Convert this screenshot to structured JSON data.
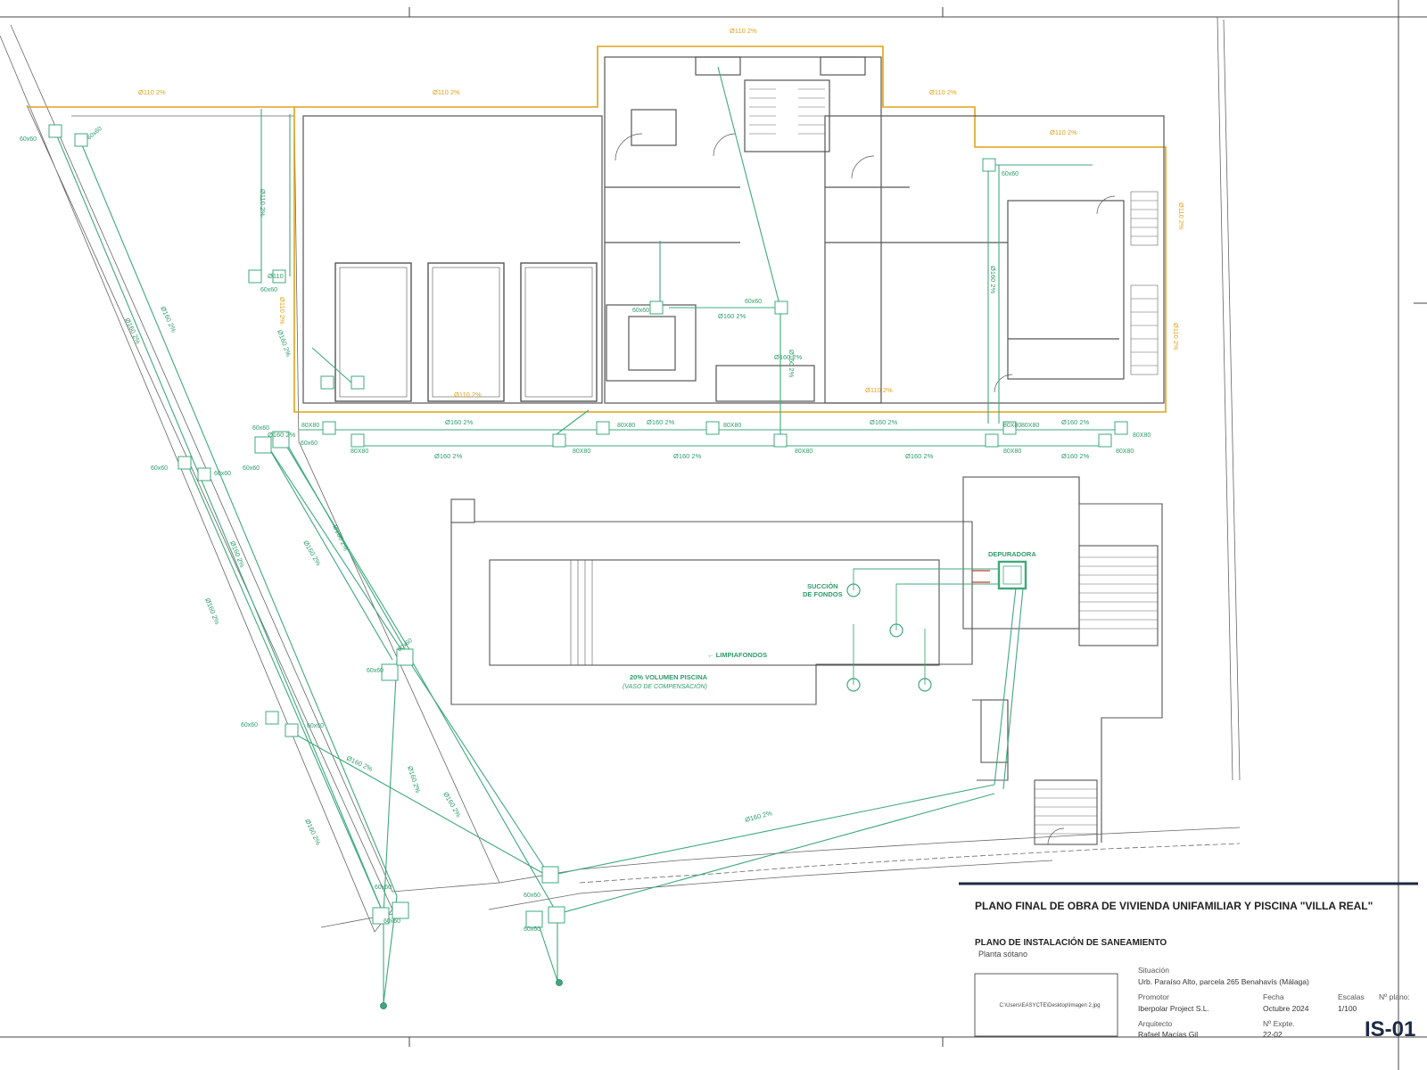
{
  "colors": {
    "line": "#555555",
    "green": "#2e9c6a",
    "teal": "#2f8a86",
    "orange": "#e0a21a",
    "navy": "#1b2a44"
  },
  "icon_names": [
    "pool-skimmer-icon",
    "drain-outlet-icon",
    "arrow-direction-icon"
  ],
  "pipe_labels": {
    "orange": [
      {
        "text": "Ø110 2%"
      },
      {
        "text": "Ø110 2%"
      },
      {
        "text": "Ø110 2%"
      },
      {
        "text": "Ø110 2%"
      },
      {
        "text": "Ø110 2%"
      },
      {
        "text": "Ø110 2%"
      },
      {
        "text": "Ø110 2%"
      },
      {
        "text": "Ø110 2%"
      },
      {
        "text": "Ø110 2%"
      },
      {
        "text": "Ø110 2%"
      }
    ],
    "green": [
      {
        "text": "Ø110 2%"
      },
      {
        "text": "Ø110"
      },
      {
        "text": "Ø160 2%"
      },
      {
        "text": "Ø160 2%"
      },
      {
        "text": "Ø160 2%"
      },
      {
        "text": "Ø160 2%"
      },
      {
        "text": "Ø160 2%"
      },
      {
        "text": "Ø160 2%"
      },
      {
        "text": "Ø160 2%"
      },
      {
        "text": "Ø160 2%"
      },
      {
        "text": "Ø160 2%"
      },
      {
        "text": "Ø160 2%"
      },
      {
        "text": "Ø160 2%"
      },
      {
        "text": "Ø160 2%"
      },
      {
        "text": "Ø160 2%"
      },
      {
        "text": "Ø160 2%"
      },
      {
        "text": "Ø160 2%"
      },
      {
        "text": "Ø160 2%"
      },
      {
        "text": "Ø160 2%"
      },
      {
        "text": "Ø160 2%"
      },
      {
        "text": "Ø160 2%"
      },
      {
        "text": "Ø160 2%"
      },
      {
        "text": "Ø160 2%"
      },
      {
        "text": "Ø160 2%"
      },
      {
        "text": "Ø160 2%"
      },
      {
        "text": "Ø160 2%"
      },
      {
        "text": "Ø160 2%"
      }
    ]
  },
  "box_labels": [
    {
      "text": "60x60"
    },
    {
      "text": "60x60"
    },
    {
      "text": "60x60"
    },
    {
      "text": "60x60"
    },
    {
      "text": "60x60"
    },
    {
      "text": "60x60"
    },
    {
      "text": "60x60"
    },
    {
      "text": "60x60"
    },
    {
      "text": "60x60"
    },
    {
      "text": "60x60"
    },
    {
      "text": "60x60"
    },
    {
      "text": "60x60"
    },
    {
      "text": "60x60"
    },
    {
      "text": "60x60"
    },
    {
      "text": "60x60"
    },
    {
      "text": "60x60"
    },
    {
      "text": "60x60"
    },
    {
      "text": "60x60"
    },
    {
      "text": "60x60"
    },
    {
      "text": "80X80"
    },
    {
      "text": "80X80"
    },
    {
      "text": "80X80"
    },
    {
      "text": "80X80"
    },
    {
      "text": "80X80"
    },
    {
      "text": "80X80"
    },
    {
      "text": "80X80"
    },
    {
      "text": "80X80"
    },
    {
      "text": "80X80"
    },
    {
      "text": "80X80"
    },
    {
      "text": "80X80"
    }
  ],
  "pool_labels": {
    "depuradora": "DEPURADORA",
    "succion": [
      "SUCCIÓN",
      "DE FONDOS"
    ],
    "limpiafondos": "LIMPIAFONDOS",
    "volumen": "20% VOLUMEN PISCINA",
    "vaso": "(VASO DE COMPENSACIÓN)"
  },
  "title_block": {
    "title": "PLANO FINAL DE OBRA DE VIVIENDA UNIFAMILIAR Y PISCINA \"VILLA REAL\"",
    "subtitle": "PLANO DE INSTALACIÓN DE SANEAMIENTO",
    "floor": "Planta sótano",
    "situacion_label": "Situación",
    "situacion": "Urb. Paraíso Alto, parcela 265 Benahavís (Málaga)",
    "promotor_label": "Promotor",
    "promotor": "Iberpolar Project S.L.",
    "fecha_label": "Fecha",
    "fecha": "Octubre 2024",
    "escalas_label": "Escalas",
    "escala": "1/100",
    "nplano_label": "Nº plano:",
    "arquitecto_label": "Arquitecto",
    "arquitecto": "Rafael Macías Gil",
    "expte_label": "Nº Expte.",
    "expte": "22-02",
    "plan_code": "IS-01",
    "image_path": "C:\\Users\\EASYCTE\\Desktop\\Imagen 2.jpg"
  }
}
